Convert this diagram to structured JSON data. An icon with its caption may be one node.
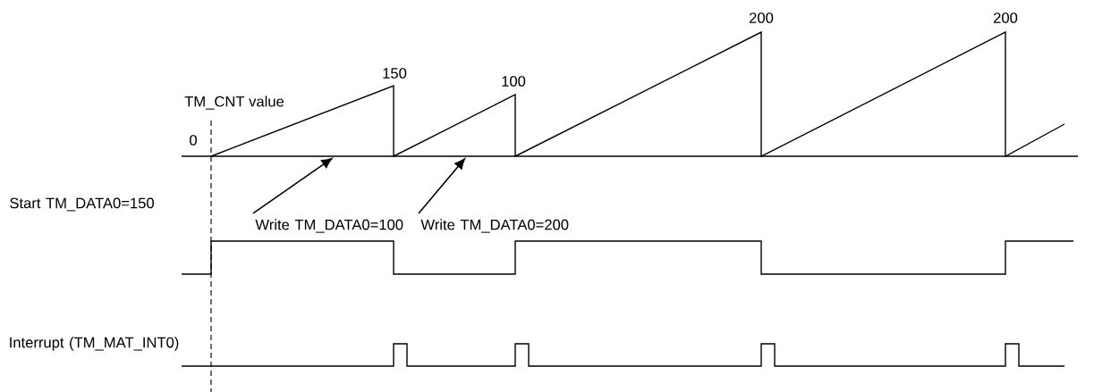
{
  "diagram": {
    "nodes": [
      {
        "text": [
          "Write TM_DATA0=100"
        ]
      },
      {
        "text": [
          "Write TM_DATA0=200"
        ]
      }
    ],
    "edges": [
      {
        "from": 0,
        "to": null,
        "arrow": "to"
      },
      {
        "from": 1,
        "to": null,
        "arrow": "to"
      }
    ],
    "labels": [
      "TM_CNT value",
      "0",
      "150",
      "100",
      "200",
      "200",
      "Start TM_DATA0=150",
      "Interrupt (TM_MAT_INT0)"
    ]
  }
}
